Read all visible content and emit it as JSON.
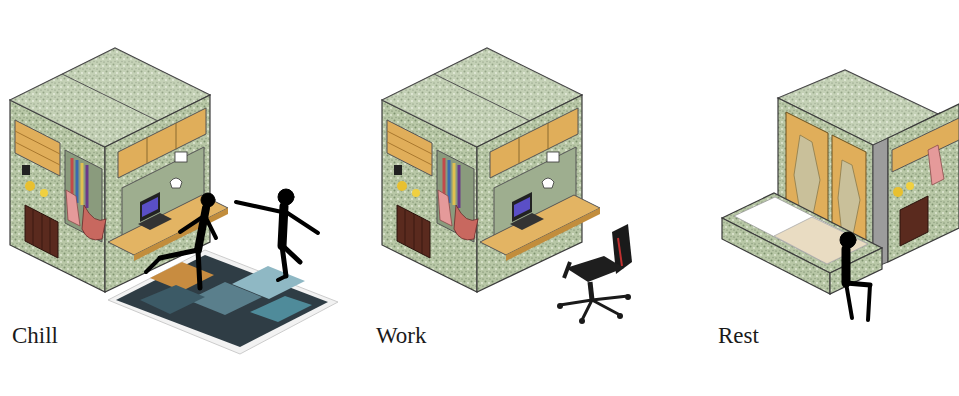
{
  "diagram": {
    "labels": [
      "Chill",
      "Work",
      "Rest"
    ]
  }
}
